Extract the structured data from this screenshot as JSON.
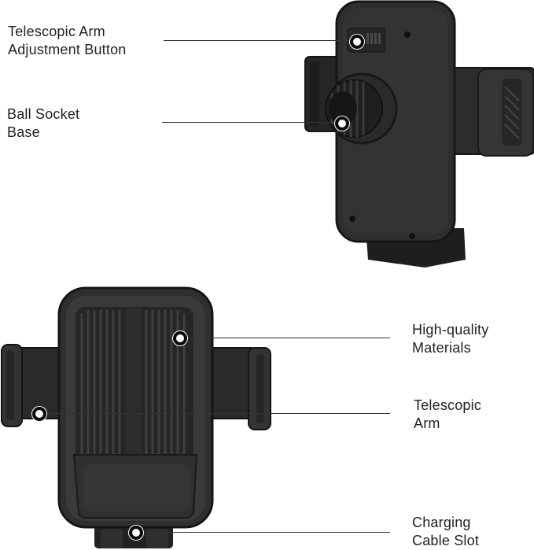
{
  "callouts": {
    "telescopic_arm_button": {
      "line1": "Telescopic Arm",
      "line2": "Adjustment Button"
    },
    "ball_socket_base": {
      "line1": "Ball Socket",
      "line2": "Base"
    },
    "high_quality_materials": {
      "line1": "High-quality",
      "line2": "Materials"
    },
    "telescopic_arm": {
      "line1": "Telescopic",
      "line2": "Arm"
    },
    "charging_cable_slot": {
      "line1": "Charging",
      "line2": "Cable Slot"
    }
  },
  "colors": {
    "body": "#2b2b2b",
    "body_edge": "#1a1a1a",
    "highlight": "#3c3c3c",
    "leader_line": "#333333",
    "text": "#222222"
  },
  "icons": {
    "callout_marker": "circle-dot"
  }
}
